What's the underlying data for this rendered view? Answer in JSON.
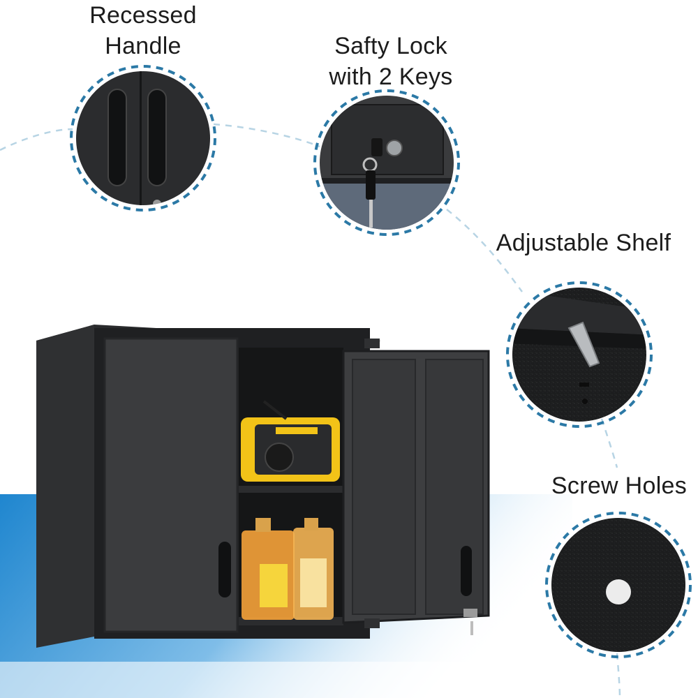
{
  "callouts": {
    "recessed_handle": {
      "line1": "Recessed",
      "line2": "Handle"
    },
    "safety_lock": {
      "line1": "Safty Lock",
      "line2": "with 2 Keys"
    },
    "adjustable_shelf": {
      "line1": "Adjustable Shelf"
    },
    "screw_holes": {
      "line1": "Screw Holes"
    }
  },
  "colors": {
    "accent_blue": "#1f86cf",
    "dashed_ring": "#2b79a6",
    "cabinet_body": "#3a3b3d",
    "cabinet_dark": "#1f2022"
  }
}
